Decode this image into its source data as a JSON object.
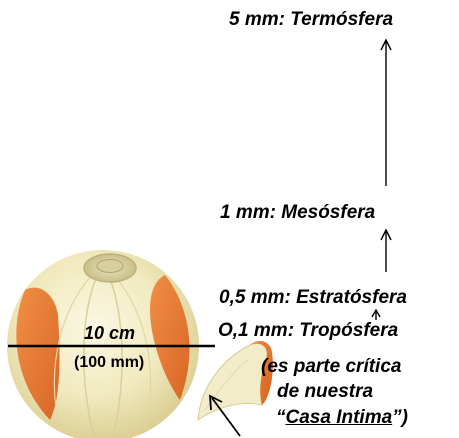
{
  "layers": {
    "thermosphere": "5 mm: Termósfera",
    "mesosphere": "1 mm:  Mesósfera",
    "stratosphere": "0,5 mm:  Estratósfera",
    "troposphere": "O,1 mm: Tropósfera"
  },
  "note": {
    "line1": "(es parte crítica",
    "line2": "de nuestra",
    "quote_open": "“",
    "emphasis": "Casa Intima",
    "quote_close": "”)"
  },
  "onion": {
    "diameter_label": "10 cm",
    "diameter_mm": "(100 mm)"
  },
  "colors": {
    "text": "#000000",
    "onion_flesh": "#f3edc4",
    "onion_skin": "#e4742e"
  }
}
